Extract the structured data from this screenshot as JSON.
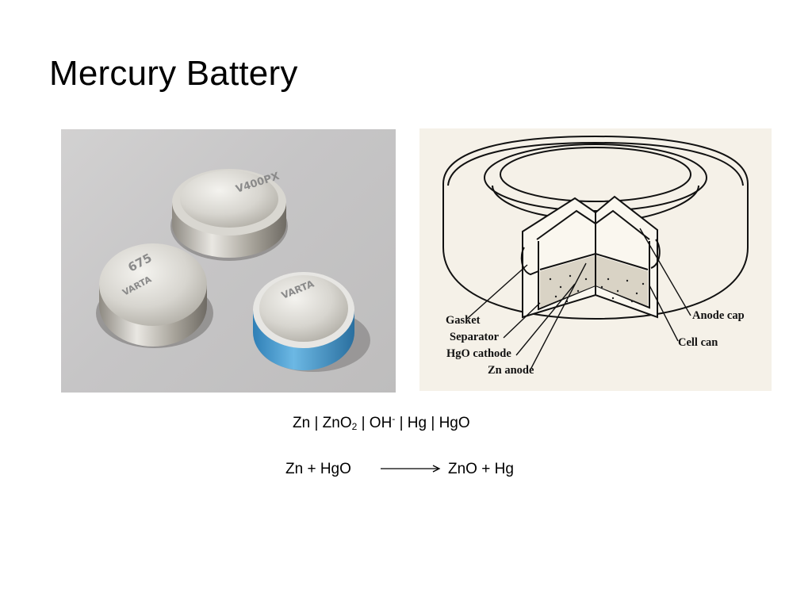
{
  "slide": {
    "title": "Mercury Battery"
  },
  "photo": {
    "coins": [
      {
        "marking": "675"
      },
      {
        "marking": "VARTA"
      },
      {
        "marking": "V400PX"
      }
    ]
  },
  "diagram": {
    "labels": {
      "gasket": "Gasket",
      "separator": "Separator",
      "hgo_cathode": "HgO cathode",
      "zn_anode": "Zn anode",
      "anode_cap": "Anode cap",
      "cell_can": "Cell can"
    }
  },
  "equations": {
    "cell_notation": {
      "part1": "Zn | ZnO",
      "sub": "2",
      "part2": " | OH",
      "sup": "-",
      "part3": " | Hg | HgO"
    },
    "reaction": {
      "reactants": "Zn  +  HgO",
      "products": "ZnO  +  Hg"
    }
  }
}
